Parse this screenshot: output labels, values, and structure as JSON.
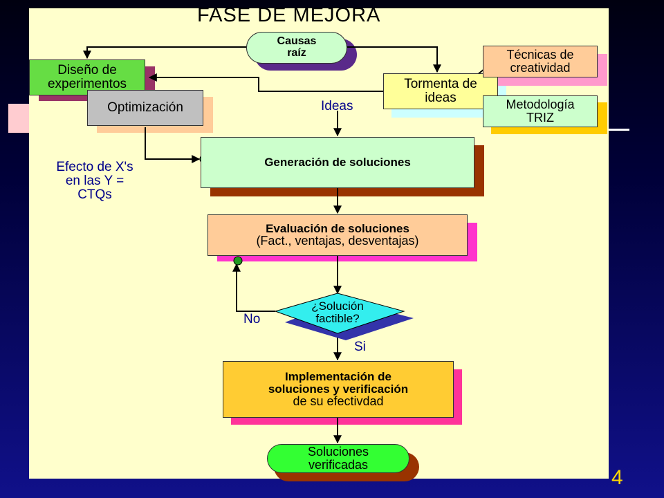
{
  "title": "FASE DE MEJORA",
  "page_number": "4",
  "nodes": {
    "causas_raiz": "Causas\nraíz",
    "diseno_experimentos": "Diseño de\nexperimentos",
    "optimizacion": "Optimización",
    "tormenta_ideas": "Tormenta de\nideas",
    "tecnicas_creatividad": "Técnicas de\ncreatividad",
    "metodologia_triz": "Metodología\nTRIZ",
    "generacion_soluciones": "Generación de soluciones",
    "evaluacion_soluciones_title": "Evaluación de soluciones",
    "evaluacion_soluciones_sub": "(Fact., ventajas, desventajas)",
    "solucion_factible": "¿Solución\nfactible?",
    "implementacion_title": "Implementación de\nsoluciones y verificación",
    "implementacion_sub": "de su efectivdad",
    "soluciones_verificadas": "Soluciones\nverificadas"
  },
  "labels": {
    "ideas": "Ideas",
    "efecto": "Efecto de X's\nen las Y =\nCTQs",
    "no": "No",
    "si": "Si"
  },
  "colors": {
    "panel": "#ffffcc",
    "causas": "#ccffcc",
    "diseno": "#66dd44",
    "optimizacion": "#c0c0c0",
    "tormenta": "#ffff99",
    "tecnicas": "#ffcc99",
    "triz": "#ccffcc",
    "generacion": "#ccffcc",
    "evaluacion": "#ffcc99",
    "decision": "#33eeee",
    "implementacion": "#ffcc33",
    "verificadas": "#33ff33",
    "page_number": "#ffd700"
  }
}
